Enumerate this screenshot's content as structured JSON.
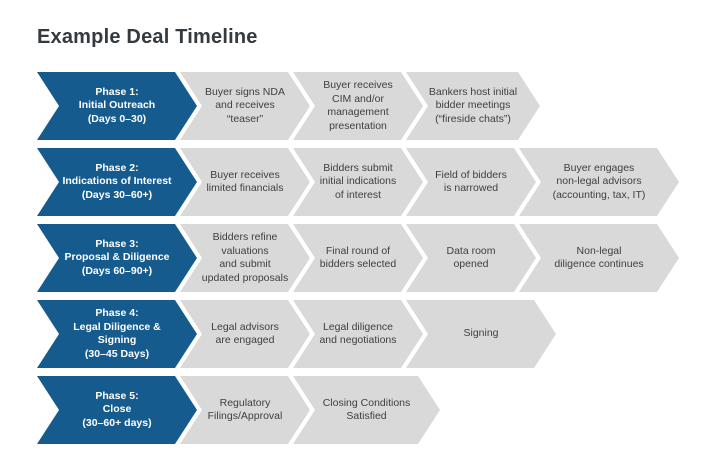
{
  "title": "Example Deal Timeline",
  "colors": {
    "phase_blue": "#165B8E",
    "step_gray": "#D9D9D9",
    "phase_text": "#FFFFFF",
    "step_text": "#3F3F3F",
    "title_text": "#333A40",
    "background": "#FFFFFF"
  },
  "rows": [
    {
      "steps": [
        {
          "type": "phase",
          "label": "Phase 1:\nInitial Outreach\n(Days 0–30)"
        },
        {
          "type": "step",
          "label": "Buyer signs NDA\nand receives\n“teaser”"
        },
        {
          "type": "step",
          "label": "Buyer receives\nCIM and/or\nmanagement\npresentation"
        },
        {
          "type": "step",
          "label": "Bankers host initial\nbidder meetings\n(“fireside chats”)"
        }
      ]
    },
    {
      "steps": [
        {
          "type": "phase",
          "label": "Phase 2:\nIndications of Interest\n(Days 30–60+)"
        },
        {
          "type": "step",
          "label": "Buyer receives\nlimited financials"
        },
        {
          "type": "step",
          "label": "Bidders submit\ninitial indications\nof interest"
        },
        {
          "type": "step",
          "label": "Field of bidders\nis narrowed"
        },
        {
          "type": "step",
          "label": "Buyer engages\nnon-legal advisors\n(accounting, tax, IT)"
        }
      ]
    },
    {
      "steps": [
        {
          "type": "phase",
          "label": "Phase 3:\nProposal & Diligence\n(Days 60–90+)"
        },
        {
          "type": "step",
          "label": "Bidders refine\nvaluations\nand submit\nupdated proposals"
        },
        {
          "type": "step",
          "label": "Final round of\nbidders selected"
        },
        {
          "type": "step",
          "label": "Data room\nopened"
        },
        {
          "type": "step",
          "label": "Non-legal\ndiligence continues"
        }
      ]
    },
    {
      "steps": [
        {
          "type": "phase",
          "label": "Phase 4:\nLegal Diligence &\nSigning\n(30–45 Days)"
        },
        {
          "type": "step",
          "label": "Legal advisors\nare engaged"
        },
        {
          "type": "step",
          "label": "Legal diligence\nand negotiations"
        },
        {
          "type": "step",
          "label": "Signing"
        }
      ]
    },
    {
      "steps": [
        {
          "type": "phase",
          "label": "Phase 5:\nClose\n(30–60+ days)"
        },
        {
          "type": "step",
          "label": "Regulatory\nFilings/Approval"
        },
        {
          "type": "step",
          "label": "Closing Conditions\nSatisfied"
        }
      ]
    }
  ]
}
